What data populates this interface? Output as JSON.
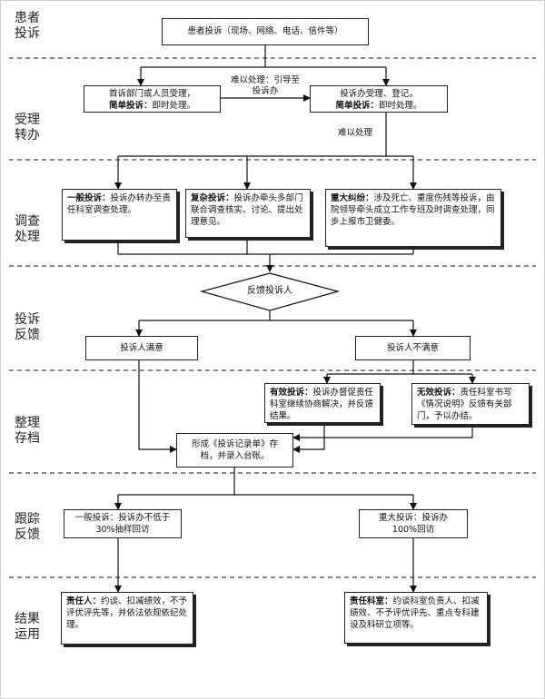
{
  "stages": [
    {
      "id": "complaint",
      "label": "患者投诉"
    },
    {
      "id": "transfer",
      "label": "受理转办"
    },
    {
      "id": "investigate",
      "label": "调查处理"
    },
    {
      "id": "feedback",
      "label": "投诉反馈"
    },
    {
      "id": "archive",
      "label": "整理存档"
    },
    {
      "id": "followup",
      "label": "跟踪反馈"
    },
    {
      "id": "result",
      "label": "结果运用"
    }
  ],
  "nodes": {
    "patient_complaint": "患者投诉（现场、网络、电话、信件等）",
    "first_department": {
      "line1": "首诉部门或人员受理，",
      "bold": "简单投诉：",
      "rest": "即时处理。"
    },
    "complaint_office": {
      "line1": "投诉办受理、登记，",
      "bold": "简单投诉：",
      "rest": "即时处理。"
    },
    "general_complaint": {
      "bold": "一般投诉：",
      "rest": "投诉办转办至责任科室调查处理。"
    },
    "complex_complaint": {
      "bold": "复杂投诉：",
      "rest": "投诉办牵头多部门联合调查核实、讨论、提出处理意见。"
    },
    "major_dispute": {
      "bold": "重大纠纷：",
      "rest": "涉及死亡、重度伤残等投诉，由院领导牵头成立工作专班及时调查处理，同步上报市卫健委。"
    },
    "feedback_decision": "反馈投诉人",
    "satisfied": "投诉人满意",
    "unsatisfied": "投诉人不满意",
    "valid_complaint": {
      "bold": "有效投诉：",
      "rest": "投诉办督促责任科室继续协商解决，并反馈结果。"
    },
    "invalid_complaint": {
      "bold": "无效投诉：",
      "rest": "责任科室书写《情况说明》反馈有关部门，予以办结。"
    },
    "record_form": "形成《投诉记录单》存档，并录入台账。",
    "general_followup": "一般投诉：投诉办不低于30%抽样回访",
    "major_followup": "重大投诉：投诉办100%回访",
    "responsible_person": {
      "bold": "责任人：",
      "rest": "约谈、扣减绩效，不予评优评先等，并依法依规依纪处理。"
    },
    "responsible_dept": {
      "bold": "责任科室：",
      "rest": "约谈科室负责人、扣减绩效、不予评优评先、重点专科建设及科研立项等。"
    }
  },
  "edge_labels": {
    "hard_to_handle_guide": "难以处理：引导至投诉办",
    "hard_to_handle": "难以处理"
  }
}
